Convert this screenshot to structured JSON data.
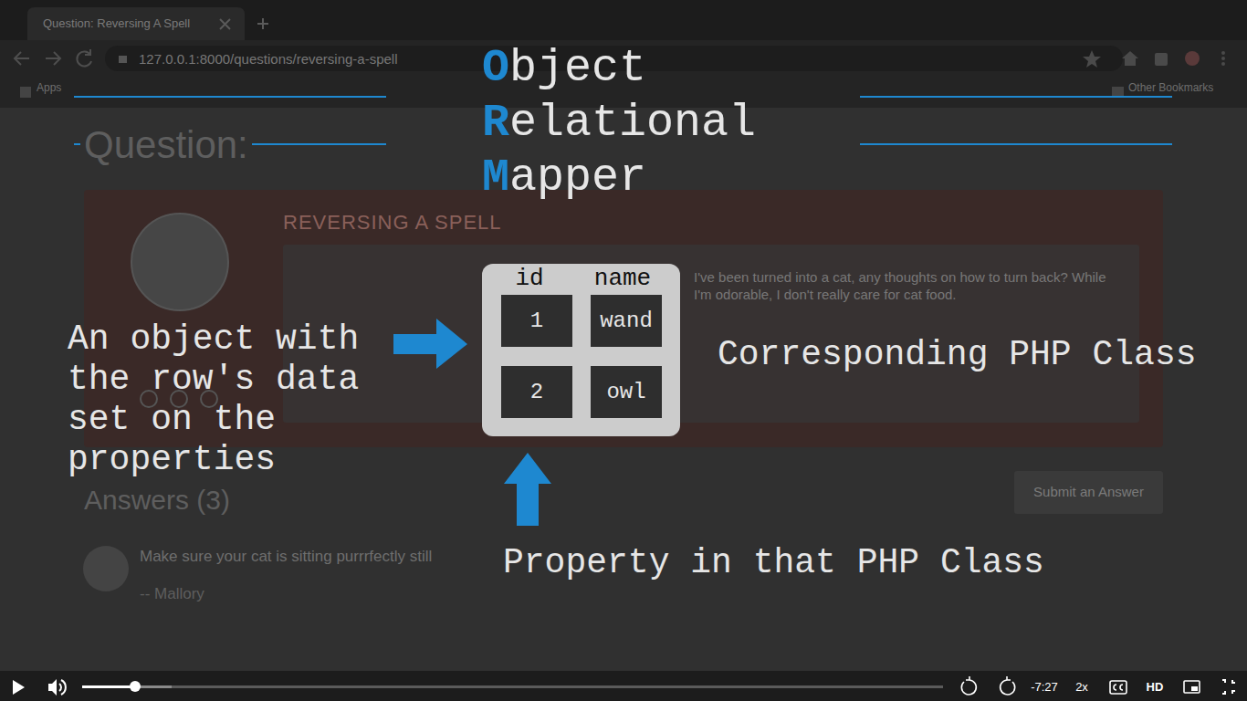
{
  "diagram": {
    "title": "Object Relational Mapper",
    "nodes": [
      {
        "text": [
          "id",
          "name"
        ]
      },
      {
        "text": [
          "1"
        ],
        "in": 0
      },
      {
        "text": [
          "wand"
        ],
        "in": 0
      },
      {
        "text": [
          "2"
        ],
        "in": 0
      },
      {
        "text": [
          "owl"
        ],
        "in": 0
      }
    ],
    "labels": [
      "Question: Reversing A Spell",
      "127.0.0.1:8000/questions/reversing-a-spell",
      "Apps",
      "Other Bookmarks",
      "Question:",
      "REVERSING A SPELL",
      "I've been turned into a cat, any thoughts on how to turn back? While I'm odorable, I don't really care for cat food.",
      "Answers (3)",
      "Submit an Answer",
      "Make sure your cat is sitting purrrfectly still",
      "-- Mallory",
      "An object with the row's data set on the properties",
      "Corresponding PHP Class",
      "Property in that PHP Class",
      "-7:27",
      "2x",
      "HD"
    ]
  }
}
